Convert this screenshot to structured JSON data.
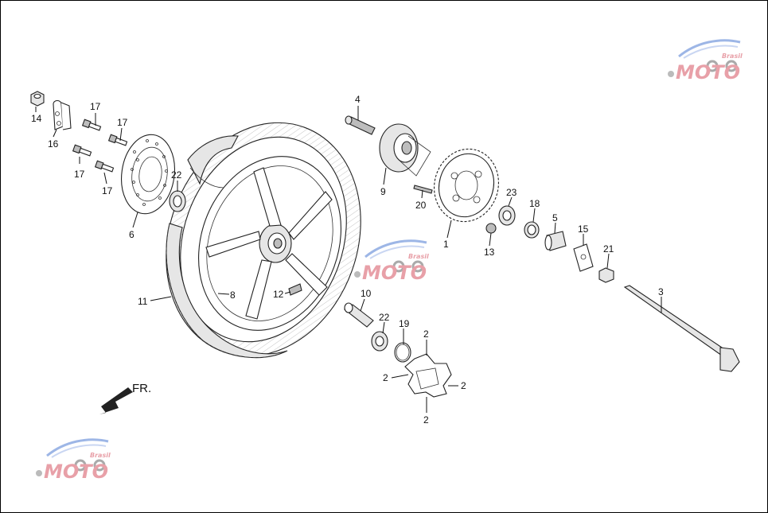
{
  "diagram": {
    "direction_label": "FR.",
    "callouts": [
      {
        "id": "c14",
        "text": "14"
      },
      {
        "id": "c16",
        "text": "16"
      },
      {
        "id": "c17a",
        "text": "17"
      },
      {
        "id": "c17b",
        "text": "17"
      },
      {
        "id": "c17c",
        "text": "17"
      },
      {
        "id": "c17d",
        "text": "17"
      },
      {
        "id": "c22a",
        "text": "22"
      },
      {
        "id": "c6",
        "text": "6"
      },
      {
        "id": "c11",
        "text": "11"
      },
      {
        "id": "c8",
        "text": "8"
      },
      {
        "id": "c12",
        "text": "12"
      },
      {
        "id": "c4",
        "text": "4"
      },
      {
        "id": "c9",
        "text": "9"
      },
      {
        "id": "c20",
        "text": "20"
      },
      {
        "id": "c1",
        "text": "1"
      },
      {
        "id": "c23",
        "text": "23"
      },
      {
        "id": "c13",
        "text": "13"
      },
      {
        "id": "c18",
        "text": "18"
      },
      {
        "id": "c5",
        "text": "5"
      },
      {
        "id": "c15",
        "text": "15"
      },
      {
        "id": "c21",
        "text": "21"
      },
      {
        "id": "c3",
        "text": "3"
      },
      {
        "id": "c10",
        "text": "10"
      },
      {
        "id": "c22b",
        "text": "22"
      },
      {
        "id": "c19",
        "text": "19"
      },
      {
        "id": "c2a",
        "text": "2"
      },
      {
        "id": "c2b",
        "text": "2"
      },
      {
        "id": "c2c",
        "text": "2"
      },
      {
        "id": "c2d",
        "text": "2"
      }
    ],
    "watermark": {
      "text": "MOTO",
      "tagline": "Brasil",
      "colors": {
        "main": "#e8a0a8",
        "gear": "#aaaaaa",
        "swoosh": "#9db6e6"
      }
    }
  }
}
